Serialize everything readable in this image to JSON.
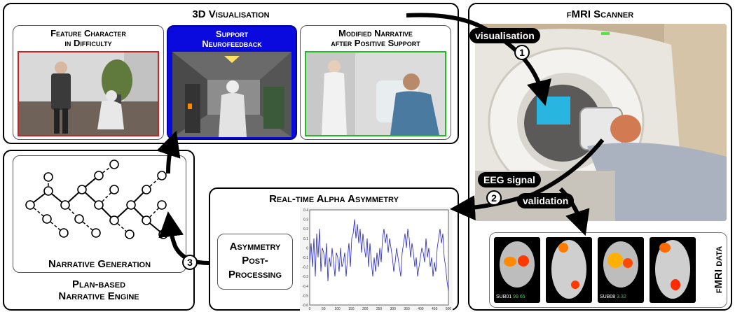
{
  "visualisation": {
    "title": "3D Visualisation",
    "panels": [
      {
        "title_line1": "Feature Character",
        "title_line2": "in Difficulty",
        "border_color": "#cc2222"
      },
      {
        "title_line1": "Support",
        "title_line2": "Neurofeedback",
        "border_color": "#0000dd"
      },
      {
        "title_line1": "Modified Narrative",
        "title_line2": "after Positive Support",
        "border_color": "#22bb22"
      }
    ]
  },
  "scanner": {
    "title": "fMRI Scanner",
    "labels": {
      "visualisation": "visualisation",
      "eeg": "EEG signal",
      "validation": "validation"
    },
    "step_numbers": {
      "one": "1",
      "two": "2",
      "three": "3"
    }
  },
  "fmri": {
    "side_label": "fMRI data",
    "subjects": [
      {
        "id": "SUB01",
        "value": "99.65"
      },
      {
        "id": "SUB08",
        "value": "3.32"
      }
    ]
  },
  "alpha": {
    "title": "Real-time Alpha Asymmetry",
    "post_processing": [
      "Asymmetry",
      "Post-",
      "Processing"
    ]
  },
  "narrative": {
    "inner_label": "Narrative Generation",
    "engine_line1": "Plan-based",
    "engine_line2": "Narrative Engine"
  },
  "chart_data": {
    "type": "line",
    "x_ticks": [
      "0",
      "50",
      "100",
      "150",
      "200",
      "250",
      "300",
      "350",
      "400",
      "450",
      "500"
    ],
    "y_ticks": [
      "0.4",
      "0.3",
      "0.2",
      "0.1",
      "0",
      "-0.1",
      "-0.2",
      "-0.3",
      "-0.4",
      "-0.5",
      "-0.6"
    ],
    "xlim": [
      0,
      500
    ],
    "ylim": [
      -0.6,
      0.4
    ],
    "series": [
      {
        "color": "#2222cc",
        "values": [
          -0.15,
          0.05,
          -0.2,
          0.1,
          -0.3,
          0.15,
          -0.1,
          0.2,
          -0.25,
          0.0,
          -0.05,
          -0.2,
          0.05,
          -0.35,
          -0.1,
          -0.2,
          0.0,
          -0.15,
          -0.3,
          -0.05,
          -0.1,
          -0.25,
          0.0,
          -0.2,
          -0.15,
          -0.05,
          -0.3,
          -0.1,
          0.05,
          -0.2,
          0.1,
          0.15,
          0.3,
          0.1,
          0.25,
          0.05,
          0.2,
          -0.05,
          0.15,
          0.0,
          -0.1,
          0.1,
          -0.2,
          0.05,
          -0.15,
          -0.3,
          -0.1,
          -0.25,
          -0.05,
          -0.2,
          0.0,
          -0.15,
          0.1,
          0.2,
          0.05,
          0.15,
          -0.05,
          0.1,
          0.0,
          -0.1,
          -0.25,
          -0.15,
          0.0,
          -0.1,
          -0.2,
          -0.3,
          -0.05,
          0.05,
          0.15,
          0.0,
          0.2,
          0.1,
          -0.1,
          0.05,
          -0.05,
          -0.2,
          -0.1,
          -0.3,
          -0.2,
          -0.1,
          0.0,
          -0.05,
          -0.15,
          0.1,
          -0.1,
          0.0,
          -0.2,
          -0.1,
          -0.3,
          -0.15,
          -0.25,
          0.0,
          0.1,
          0.2,
          0.05,
          0.15,
          -0.1,
          -0.2,
          -0.35,
          -0.45
        ]
      }
    ]
  }
}
